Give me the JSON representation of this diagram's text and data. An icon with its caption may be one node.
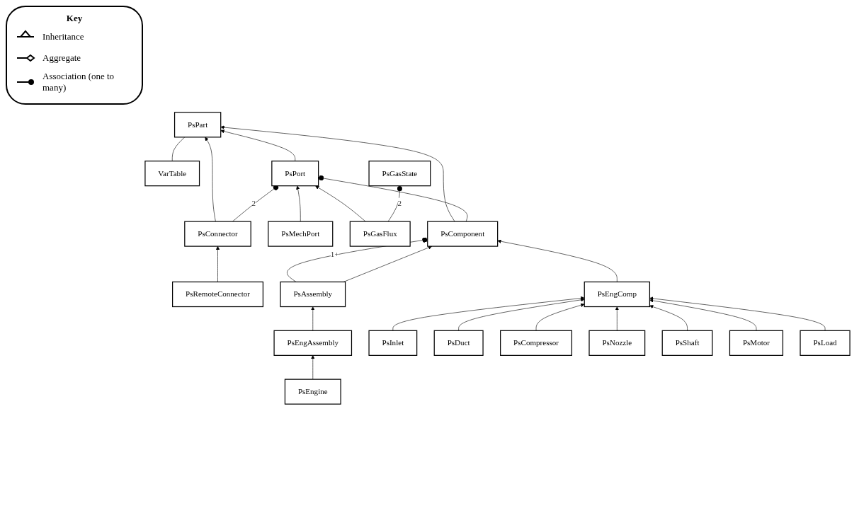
{
  "diagram": {
    "nodes": [
      {
        "text": [
          "VarTable"
        ]
      },
      {
        "text": [
          "PsPart"
        ]
      },
      {
        "text": [
          "PsComponent"
        ]
      },
      {
        "text": [
          "PsPort"
        ]
      },
      {
        "text": [
          "PsConnector"
        ]
      },
      {
        "text": [
          "PsMechPort"
        ]
      },
      {
        "text": [
          "PsGasFlux"
        ]
      },
      {
        "text": [
          "PsRemoteConnector"
        ]
      },
      {
        "text": [
          "PsGasState"
        ]
      },
      {
        "text": [
          "PsAssembly"
        ]
      },
      {
        "text": [
          "PsEngComp"
        ]
      },
      {
        "text": [
          "PsEngAssembly"
        ]
      },
      {
        "text": [
          "PsInlet"
        ]
      },
      {
        "text": [
          "PsDuct"
        ]
      },
      {
        "text": [
          "PsCompressor"
        ]
      },
      {
        "text": [
          "PsNozzle"
        ]
      },
      {
        "text": [
          "PsEngine"
        ]
      },
      {
        "text": [
          "PsShaft"
        ]
      },
      {
        "text": [
          "PsMotor"
        ]
      },
      {
        "text": [
          "PsLoad"
        ]
      }
    ],
    "edges": [
      {
        "from": 0,
        "to": 1,
        "arrow": "none"
      },
      {
        "from": 2,
        "to": 1,
        "arrow": "to"
      },
      {
        "from": 3,
        "to": 1,
        "arrow": "to"
      },
      {
        "from": 4,
        "to": 1,
        "arrow": "to"
      },
      {
        "from": 2,
        "to": 3,
        "arrow": "other"
      },
      {
        "from": 4,
        "to": 3,
        "arrow": "other",
        "label": "2"
      },
      {
        "from": 5,
        "to": 3,
        "arrow": "to"
      },
      {
        "from": 6,
        "to": 3,
        "arrow": "to"
      },
      {
        "from": 7,
        "to": 4,
        "arrow": "to"
      },
      {
        "from": 6,
        "to": 8,
        "arrow": "other",
        "label": "2"
      },
      {
        "from": 9,
        "to": 2,
        "arrow": "other",
        "label": "1+"
      },
      {
        "from": 9,
        "to": 2,
        "arrow": "to"
      },
      {
        "from": 10,
        "to": 2,
        "arrow": "to"
      },
      {
        "from": 11,
        "to": 9,
        "arrow": "to"
      },
      {
        "from": 16,
        "to": 11,
        "arrow": "to"
      },
      {
        "from": 12,
        "to": 10,
        "arrow": "to"
      },
      {
        "from": 17,
        "to": 10,
        "arrow": "to"
      },
      {
        "from": 13,
        "to": 10,
        "arrow": "to"
      },
      {
        "from": 18,
        "to": 10,
        "arrow": "to"
      },
      {
        "from": 14,
        "to": 10,
        "arrow": "to"
      },
      {
        "from": 19,
        "to": 10,
        "arrow": "to"
      },
      {
        "from": 15,
        "to": 10,
        "arrow": "to"
      }
    ],
    "labels": [
      "Key"
    ],
    "legend": [
      {
        "text": "Inheritance"
      },
      {
        "text": "Aggregate"
      },
      {
        "text": "Association (one to many)"
      }
    ]
  }
}
